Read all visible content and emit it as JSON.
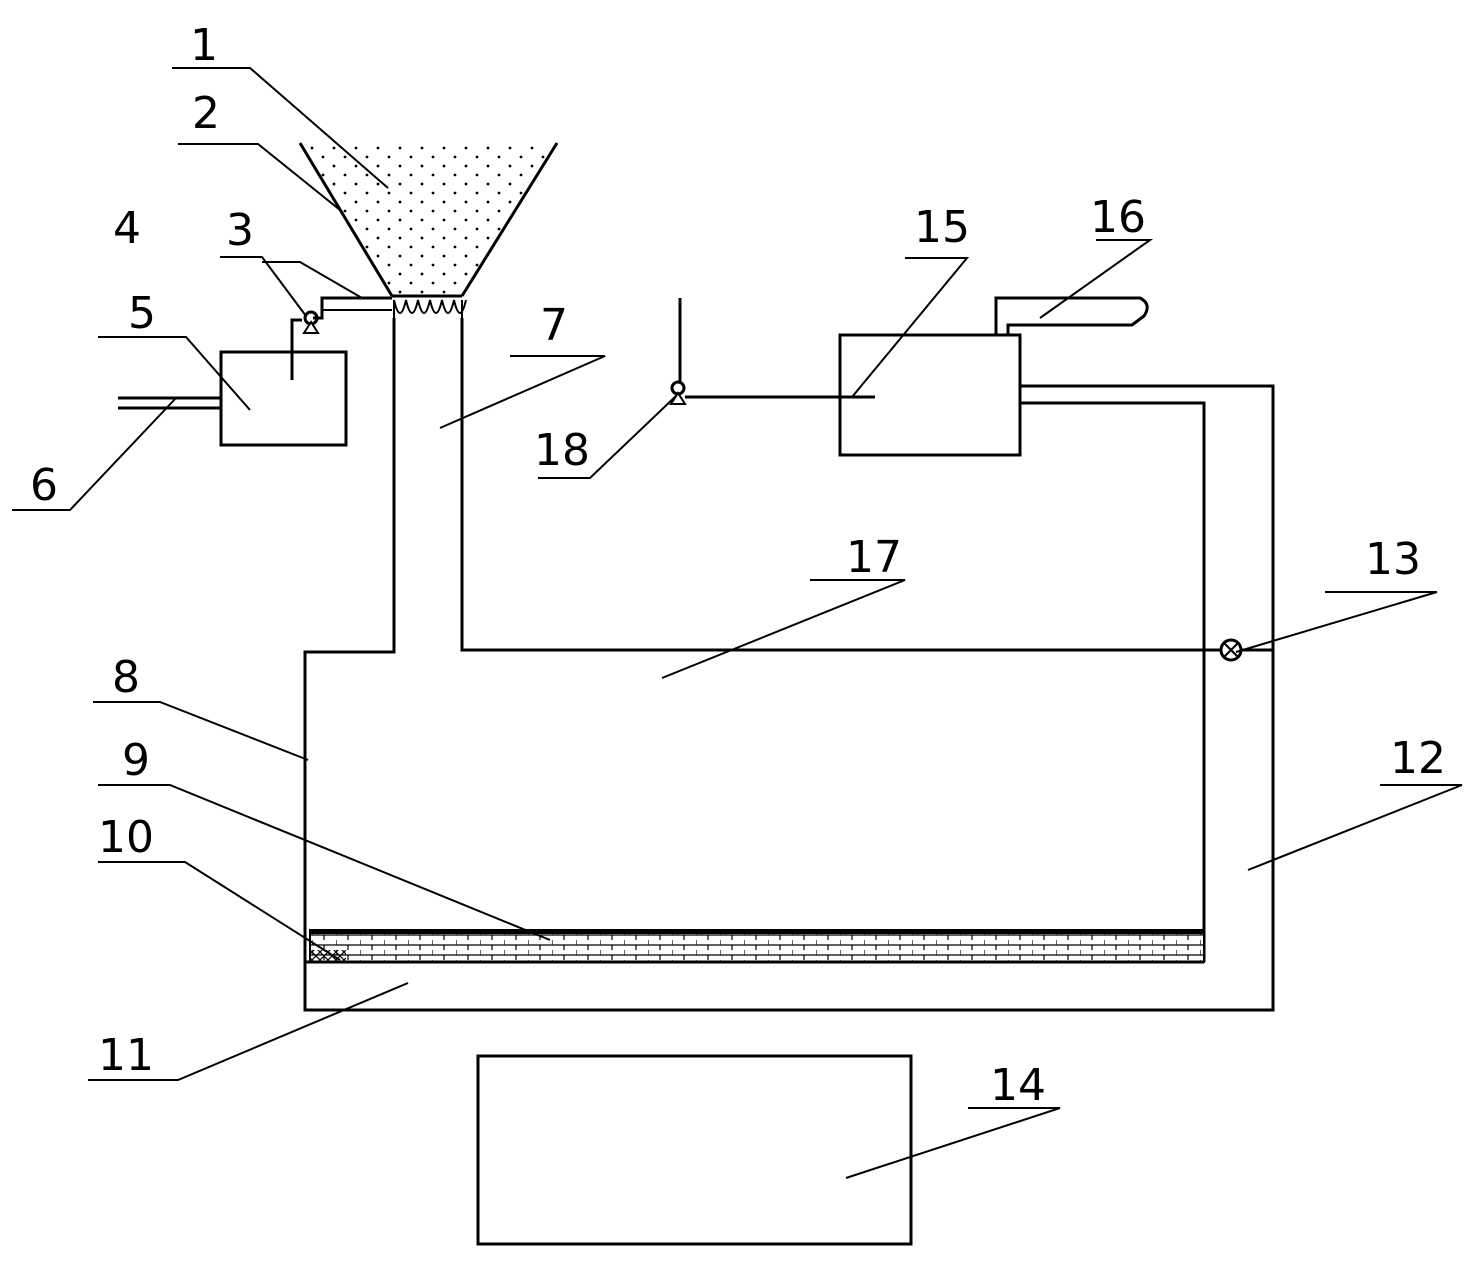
{
  "diagram": {
    "labels": {
      "l1": "1",
      "l2": "2",
      "l3": "3",
      "l4": "4",
      "l5": "5",
      "l6": "6",
      "l7": "7",
      "l8": "8",
      "l9": "9",
      "l10": "10",
      "l11": "11",
      "l12": "12",
      "l13": "13",
      "l14": "14",
      "l15": "15",
      "l16": "16",
      "l17": "17",
      "l18": "18"
    },
    "colors": {
      "stroke": "#000000",
      "background": "#ffffff"
    }
  }
}
